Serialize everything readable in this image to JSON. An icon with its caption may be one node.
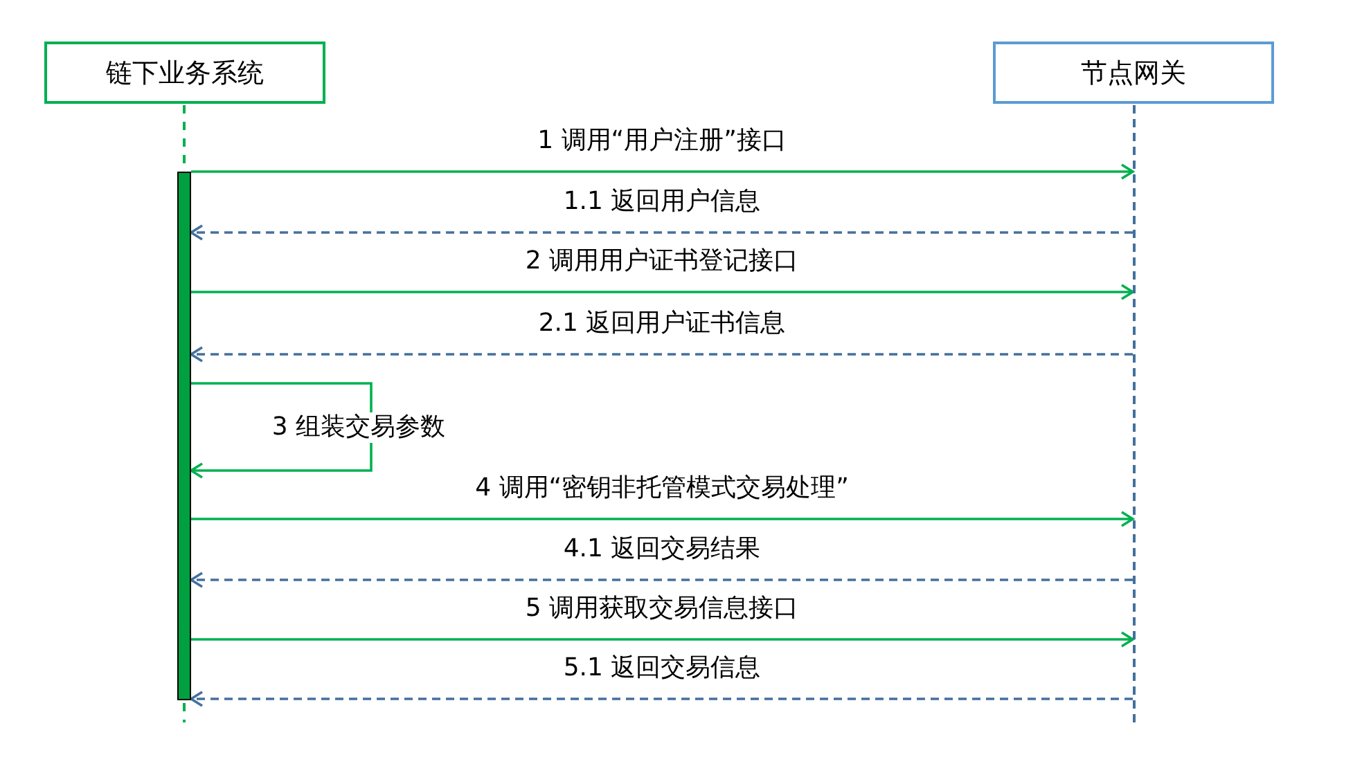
{
  "diagram": {
    "nodes": [
      {
        "text": [
          "链下业务系统"
        ]
      },
      {
        "text": [
          "节点网关"
        ]
      },
      {
        "text": [],
        "shape": "bar"
      },
      {
        "text": [],
        "shape": "line"
      }
    ],
    "edges": [
      {
        "from": 2,
        "to": 3,
        "arrow": "to",
        "label": "1 调用“用户注册”接口"
      },
      {
        "from": 3,
        "to": 2,
        "arrow": "to",
        "label": "1.1 返回用户信息",
        "style": "dashed",
        "color": "#44709d"
      },
      {
        "from": 2,
        "to": 3,
        "arrow": "to",
        "label": "2 调用用户证书登记接口"
      },
      {
        "from": 3,
        "to": 2,
        "arrow": "to",
        "label": "2.1 返回用户证书信息",
        "style": "dashed",
        "color": "#44709d"
      },
      {
        "from": 2,
        "to": 2,
        "arrow": "to",
        "label": "3 组装交易参数"
      },
      {
        "from": 2,
        "to": 3,
        "arrow": "to",
        "label": "4 调用“密钥非托管模式交易处理”"
      },
      {
        "from": 3,
        "to": 2,
        "arrow": "to",
        "label": "4.1 返回交易结果",
        "style": "dashed",
        "color": "#44709d"
      },
      {
        "from": 2,
        "to": 3,
        "arrow": "to",
        "label": "5 调用获取交易信息接口"
      },
      {
        "from": 3,
        "to": 2,
        "arrow": "to",
        "label": "5.1 返回交易信息",
        "style": "dashed",
        "color": "#44709d"
      }
    ]
  }
}
